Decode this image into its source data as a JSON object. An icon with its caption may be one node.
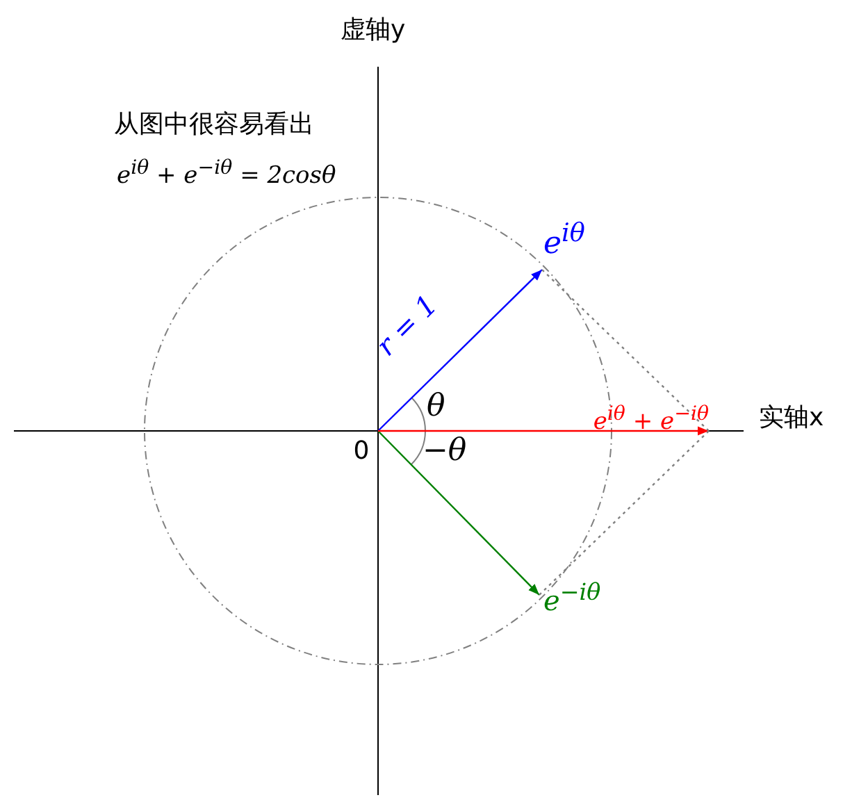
{
  "diagram": {
    "nodes": [
      {
        "text": [
          "0"
        ]
      },
      {
        "text": [
          "e$^{iθ}$"
        ]
      },
      {
        "text": [
          "e$^{−iθ}$"
        ]
      },
      {
        "text": [
          "e$^{iθ}$ + e$^{−iθ}$"
        ]
      }
    ],
    "edges": [
      {
        "from": 0,
        "to": 1,
        "arrow": "to",
        "label": "r = 1",
        "color": "#0000ff"
      },
      {
        "from": 0,
        "to": 2,
        "arrow": "to",
        "color": "#008000"
      },
      {
        "from": 0,
        "to": 3,
        "arrow": "to",
        "color": "#ff0000"
      },
      {
        "from": 1,
        "to": 3,
        "arrow": "none",
        "style": "dashed",
        "color": "#808080"
      },
      {
        "from": 2,
        "to": 3,
        "arrow": "none",
        "style": "dashed",
        "color": "#808080"
      }
    ],
    "labels": [
      "虚轴y",
      "从图中很容易看出",
      "e$^{iθ}$ + e$^{−iθ}$ = 2cosθ",
      "θ",
      "实轴x",
      "−θ"
    ]
  }
}
